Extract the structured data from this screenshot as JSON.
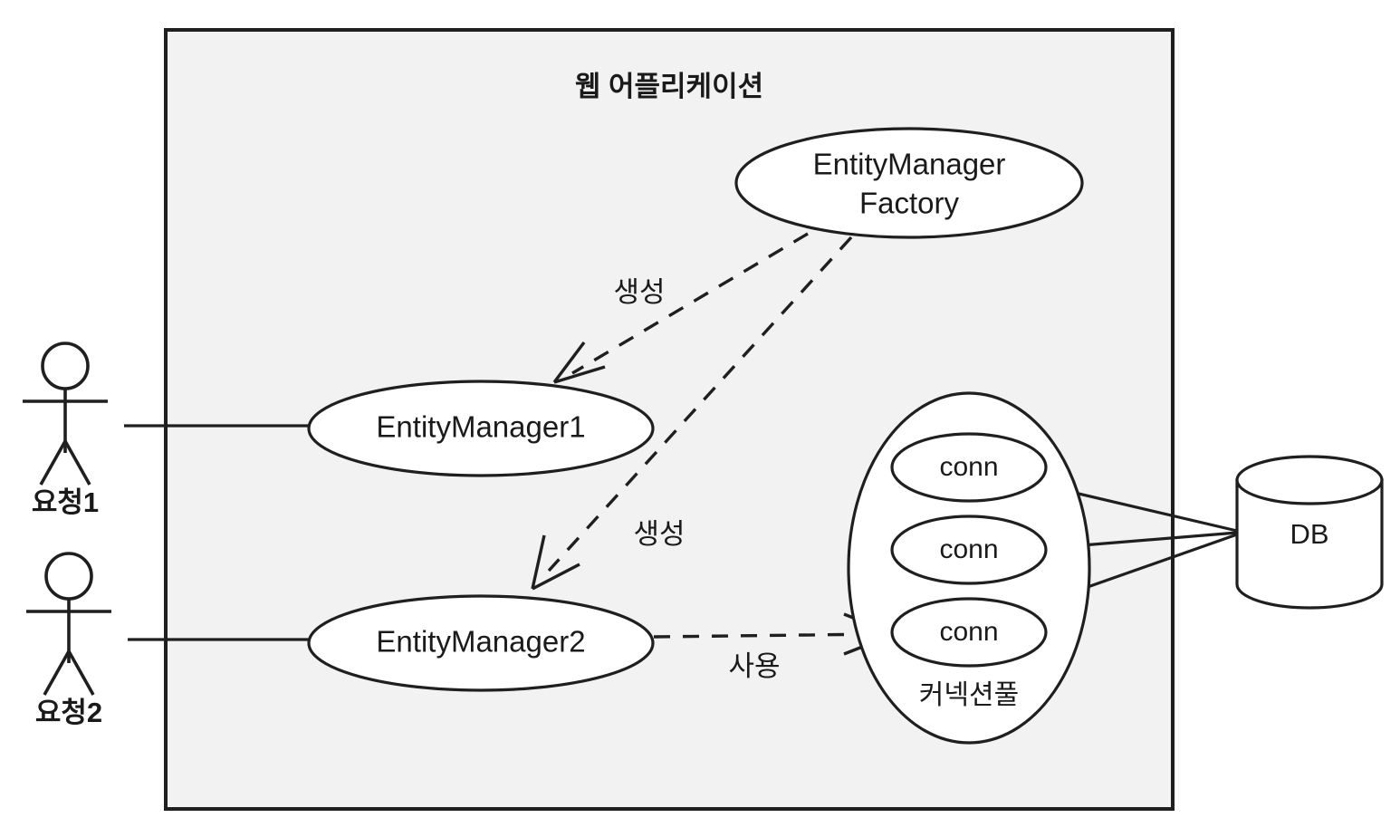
{
  "diagram": {
    "type": "uml-component-diagram",
    "background_color": "#ffffff",
    "boundary": {
      "title": "웹 어플리케이션",
      "fill_color": "#f2f2f2",
      "stroke_color": "#1f1f1f"
    },
    "actors": [
      {
        "id": "actor-1",
        "label": "요청1"
      },
      {
        "id": "actor-2",
        "label": "요청2"
      }
    ],
    "nodes": [
      {
        "id": "emf",
        "shape": "ellipse",
        "label_line1": "EntityManager",
        "label_line2": "Factory"
      },
      {
        "id": "em1",
        "shape": "ellipse",
        "label": "EntityManager1"
      },
      {
        "id": "em2",
        "shape": "ellipse",
        "label": "EntityManager2"
      },
      {
        "id": "pool",
        "shape": "ellipse",
        "label": "커넥션풀"
      },
      {
        "id": "conn1",
        "shape": "ellipse",
        "label": "conn"
      },
      {
        "id": "conn2",
        "shape": "ellipse",
        "label": "conn"
      },
      {
        "id": "conn3",
        "shape": "ellipse",
        "label": "conn"
      },
      {
        "id": "db",
        "shape": "cylinder",
        "label": "DB"
      }
    ],
    "edges": [
      {
        "id": "emf-to-em1",
        "from": "emf",
        "to": "em1",
        "label": "생성",
        "style": "dashed",
        "arrow": "open"
      },
      {
        "id": "emf-to-em2",
        "from": "emf",
        "to": "em2",
        "label": "생성",
        "style": "dashed",
        "arrow": "open"
      },
      {
        "id": "em2-to-conn3",
        "from": "em2",
        "to": "conn3",
        "label": "사용",
        "style": "dashed",
        "arrow": "open"
      },
      {
        "id": "actor1-to-em1",
        "from": "actor-1",
        "to": "em1",
        "label": "",
        "style": "solid",
        "arrow": "none"
      },
      {
        "id": "actor2-to-em2",
        "from": "actor-2",
        "to": "em2",
        "label": "",
        "style": "solid",
        "arrow": "none"
      },
      {
        "id": "conn1-to-db",
        "from": "conn1",
        "to": "db",
        "label": "",
        "style": "solid",
        "arrow": "none"
      },
      {
        "id": "conn2-to-db",
        "from": "conn2",
        "to": "db",
        "label": "",
        "style": "solid",
        "arrow": "none"
      },
      {
        "id": "conn3-to-db",
        "from": "conn3",
        "to": "db",
        "label": "",
        "style": "solid",
        "arrow": "none"
      }
    ]
  }
}
